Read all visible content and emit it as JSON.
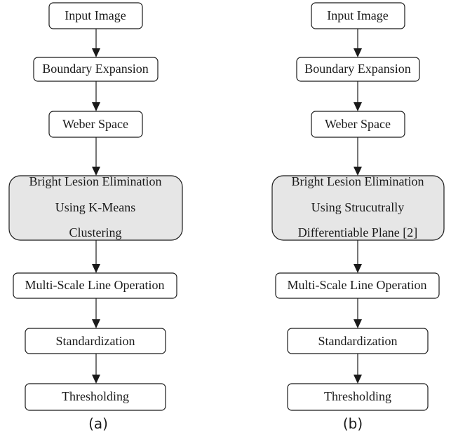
{
  "colors": {
    "stroke": "#1a1a1a",
    "box_fill": "#ffffff",
    "shaded_fill": "#e6e6e6"
  },
  "flowchart_a": {
    "caption": "(a)",
    "steps": [
      {
        "lines": [
          "Input Image"
        ]
      },
      {
        "lines": [
          "Boundary Expansion"
        ]
      },
      {
        "lines": [
          "Weber Space"
        ]
      },
      {
        "lines": [
          "Bright Lesion Elimination",
          "Using K-Means",
          "Clustering"
        ],
        "highlighted": true
      },
      {
        "lines": [
          "Multi-Scale Line Operation"
        ]
      },
      {
        "lines": [
          "Standardization"
        ]
      },
      {
        "lines": [
          "Thresholding"
        ]
      }
    ]
  },
  "flowchart_b": {
    "caption": "(b)",
    "steps": [
      {
        "lines": [
          "Input Image"
        ]
      },
      {
        "lines": [
          "Boundary Expansion"
        ]
      },
      {
        "lines": [
          "Weber Space"
        ]
      },
      {
        "lines": [
          "Bright Lesion Elimination",
          "Using Strucutrally",
          "Differentiable Plane [2]"
        ],
        "highlighted": true
      },
      {
        "lines": [
          "Multi-Scale Line Operation"
        ]
      },
      {
        "lines": [
          "Standardization"
        ]
      },
      {
        "lines": [
          "Thresholding"
        ]
      }
    ]
  }
}
